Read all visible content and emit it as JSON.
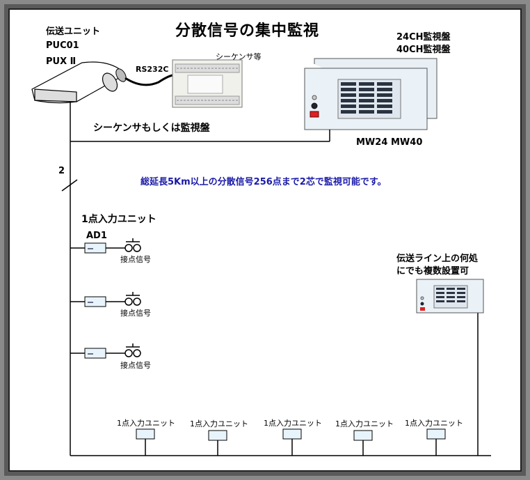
{
  "title": "分散信号の集中監視",
  "transmission_unit": {
    "label": "伝送ユニット",
    "model1": "PUC01",
    "model2": "PUX Ⅱ"
  },
  "rs232c": "RS232C",
  "sequencer_label": "シーケンサ等",
  "monitor_panels": {
    "line1": "24CH監視盤",
    "line2": "40CH監視盤",
    "model_a": "MW24",
    "model_b": "MW40"
  },
  "sequencer_or_panel": "シーケンサもしくは監視盤",
  "wire_count": "2",
  "description": "総延長5Km以上の分散信号256点まで2芯で監視可能です。",
  "input_unit_heading": "1点入力ユニット",
  "ad1": "AD1",
  "contact_signal": "接点信号",
  "anywhere": {
    "line1": "伝送ライン上の何処",
    "line2": "にでも複数設置可"
  },
  "bottom_units": [
    "1点入力ユニット",
    "1点入力ユニット",
    "1点入力ユニット",
    "1点入力ユニット",
    "1点入力ユニット"
  ],
  "colors": {
    "frame": "#8a8a8a",
    "panel": "#eaf2f7",
    "line": "#000000",
    "accent_text": "#1a1aa8"
  }
}
